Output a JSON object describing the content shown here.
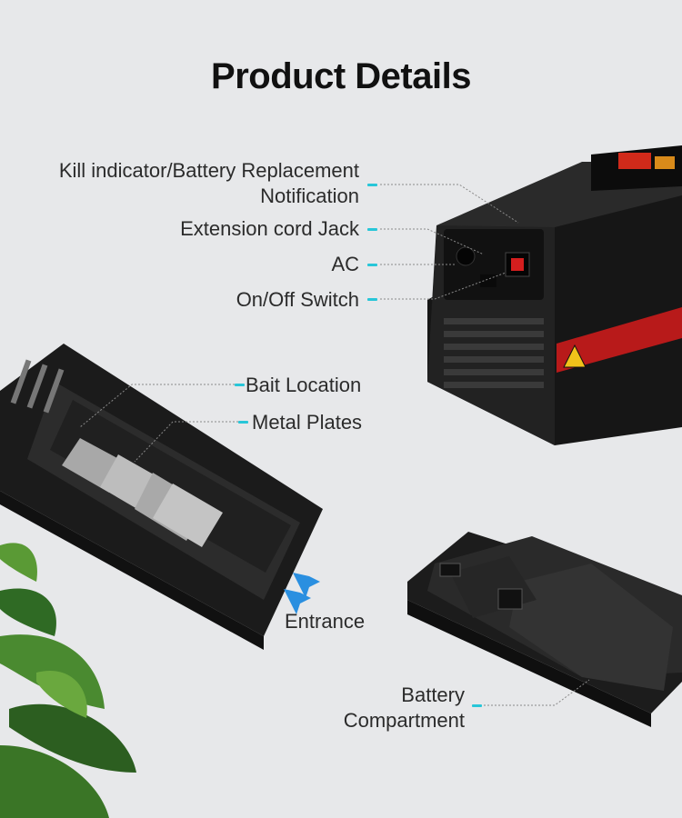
{
  "title": "Product Details",
  "labels": {
    "kill_indicator_line1": "Kill indicator/Battery Replacement",
    "kill_indicator_line2": "Notification",
    "extension_cord": "Extension cord Jack",
    "ac": "AC",
    "on_off": "On/Off Switch",
    "bait_location": "Bait Location",
    "metal_plates": "Metal Plates",
    "entrance": "Entrance",
    "battery_line1": "Battery",
    "battery_line2": "Compartment"
  },
  "colors": {
    "background": "#e7e8ea",
    "accent": "#28c6d8",
    "device": "#1a1a1a",
    "warning": "#d61f1f",
    "arrow": "#2a8fe0",
    "leaf": "#3d7a2a"
  }
}
